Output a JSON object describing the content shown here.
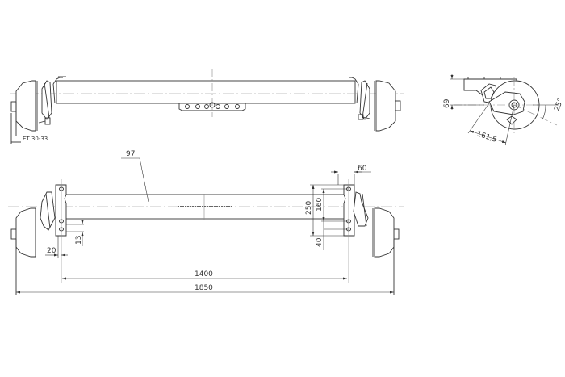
{
  "drawing": {
    "type": "technical-drawing",
    "subject": "trailer axle",
    "views": [
      "top-view",
      "front-view",
      "side-view"
    ]
  },
  "top_view": {
    "labels": {
      "et_offset": "ET 30-33"
    }
  },
  "side_view": {
    "labels": {
      "height": "69",
      "arm_length": "161,5",
      "angle": "25°"
    }
  },
  "front_view": {
    "labels": {
      "tube_size": "97",
      "bracket_width": "60",
      "bracket_height": "250",
      "hole_spacing": "160",
      "lower_offset": "40",
      "hole_offset": "13",
      "bracket_edge": "20",
      "mount_span": "1400",
      "overall_width": "1850"
    }
  },
  "colors": {
    "line": "#333333",
    "center_line": "#888888",
    "background": "#ffffff"
  }
}
